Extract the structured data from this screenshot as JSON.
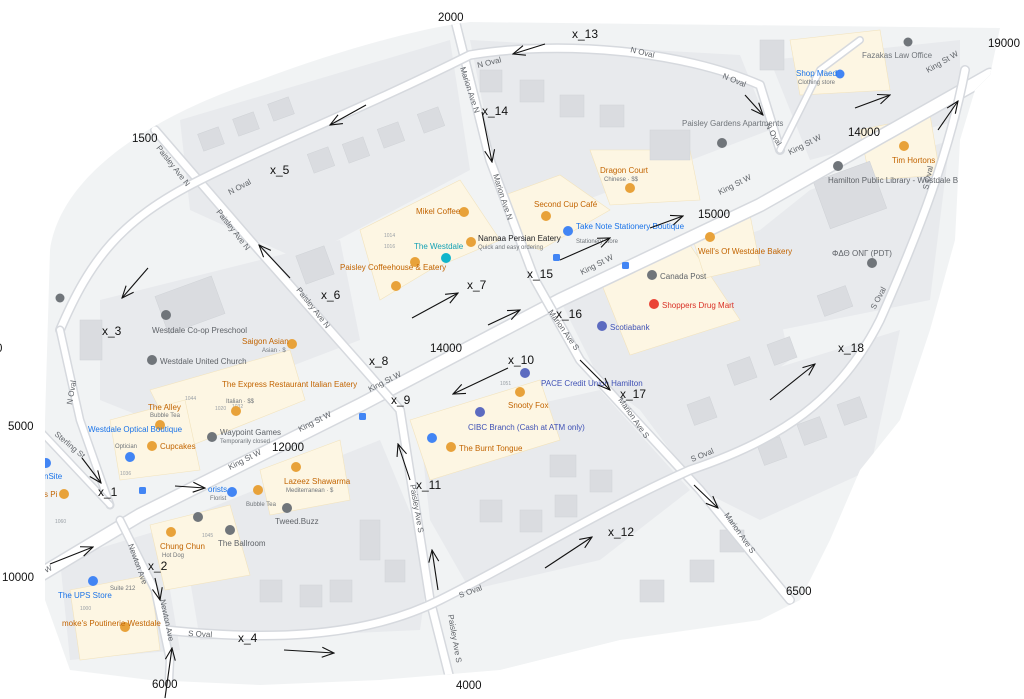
{
  "colors": {
    "map_bg": "#f1f3f4",
    "road": "#ffffff",
    "road_outline": "#d6d9de",
    "block": "#e8eaed",
    "building": "#dadce0",
    "commercial": "#fdf6e3",
    "food_poi": "#e8a23a",
    "food_text": "#c26401",
    "shop_poi": "#4285f4",
    "shop_text": "#1a73e8",
    "grey_poi": "#70757a",
    "red_poi": "#ea4335",
    "annotation": "#111111"
  },
  "edge_numbers": {
    "n2000": "2000",
    "n19000": "19000",
    "n1500": "1500",
    "n14000a": "14000",
    "n15000": "15000",
    "n14000b": "14000",
    "n12000": "12000",
    "n5000": "5000",
    "n10000": "10000",
    "n6000": "6000",
    "n4000": "4000",
    "n6500": "6500",
    "n0": "0"
  },
  "variables": {
    "x1": "x_1",
    "x2": "x_2",
    "x3": "x_3",
    "x4": "x_4",
    "x5": "x_5",
    "x6": "x_6",
    "x7": "x_7",
    "x8": "x_8",
    "x9": "x_9",
    "x10": "x_10",
    "x11": "x_11",
    "x12": "x_12",
    "x13": "x_13",
    "x14": "x_14",
    "x15": "x_15",
    "x16": "x_16",
    "x17": "x_17",
    "x18": "x_18"
  },
  "streets": {
    "n_oval_1": "N Oval",
    "n_oval_2": "N Oval",
    "n_oval_3": "N Oval",
    "n_oval_4": "N Oval",
    "n_oval_5": "N Oval",
    "n_oval_6": "N Oval",
    "marion_n_1": "Marion Ave N",
    "marion_n_2": "Marion Ave N",
    "marion_s_1": "Marion Ave S",
    "marion_s_2": "Marion Ave S",
    "marion_s_3": "Marion Ave S",
    "paisley_n_1": "Paisley Ave N",
    "paisley_n_2": "Paisley Ave N",
    "paisley_n_3": "Paisley Ave N",
    "paisley_s_1": "Paisley Ave S",
    "paisley_s_2": "Paisley Ave S",
    "king_1": "King St W",
    "king_2": "King St W",
    "king_3": "King St W",
    "king_4": "King St W",
    "king_5": "King St W",
    "king_6": "King St W",
    "king_7": "King St W",
    "king_8": "W",
    "s_oval_1": "S Oval",
    "s_oval_2": "S Oval",
    "s_oval_3": "S Oval",
    "s_oval_4": "S Oval",
    "s_oval_5": "S Oval",
    "newton_1": "Newton Ave",
    "newton_2": "Newton Ave",
    "sterling": "Sterling St"
  },
  "pois": {
    "fazakas": "Fazakas Law Office",
    "shop_maed": "Shop Maed",
    "shop_maed_sub": "Clothing store",
    "paisley_gardens": "Paisley Gardens Apartments",
    "dragon_court": "Dragon Court",
    "dragon_court_sub": "Chinese · $$",
    "tim_hortons": "Tim Hortons",
    "hamilton_library": "Hamilton Public Library - Westdale Branch",
    "phi_delta": "ΦΔΘ ONΓ (PDT)",
    "mikel_coffee": "Mikel Coffee",
    "second_cup": "Second Cup Café",
    "take_note": "Take Note Stationery Boutique",
    "take_note_sub": "Stationery store",
    "nanna": "Nannaa Persian Eatery",
    "nanna_sub": "Quick and easy ordering",
    "the_westdale": "The Westdale",
    "paisley_coffeehouse": "Paisley Coffeehouse & Eatery",
    "wells_of_westdale": "Well's Of Westdale Bakery",
    "canada_post": "Canada Post",
    "shoppers": "Shoppers Drug Mart",
    "scotiabank": "Scotiabank",
    "westdale_coop": "Westdale Co-op Preschool",
    "westdale_united": "Westdale United Church",
    "saigon_asian": "Saigon Asian",
    "saigon_asian_sub": "Asian · $",
    "express_restaurant": "The Express Restaurant Italian Eatery",
    "express_sub": "Italian · $$",
    "the_alley": "The Alley",
    "the_alley_sub": "Bubble Tea",
    "westdale_optical": "Westdale Optical Boutique",
    "westdale_optical_sub": "Optician",
    "cupcakes": "Cupcakes",
    "waypoint_games": "Waypoint Games",
    "waypoint_sub": "Temporarily closed",
    "pace_credit": "PACE Credit Union Hamilton",
    "snooty_fox": "Snooty Fox",
    "cibc": "CIBC Branch (Cash at ATM only)",
    "burnt_tongue": "The Burnt Tongue",
    "lazeez": "Lazeez Shawarma",
    "lazeez_sub": "Mediterranean · $",
    "florists": "orists",
    "florists_sub": "Florist",
    "bubble_tea": "Bubble Tea",
    "tweed_buzz": "Tweed.Buzz",
    "chung_chun": "Chung Chun",
    "chung_chun_sub": "Hot Dog",
    "the_ballroom": "The Ballroom",
    "ups_store": "The UPS Store",
    "ups_suite": "Suite 212",
    "poutinerie": "moke's Poutinerie Westdale",
    "site": "nSite",
    "left_pi": "s Pi"
  },
  "building_numbers": {
    "b1": "1014",
    "b2": "1016",
    "b3": "1020",
    "b4": "1044",
    "b5": "1032",
    "b6": "1036",
    "b7": "1051",
    "b8": "1045",
    "b9": "1060",
    "b10": "1000"
  },
  "icons": {
    "food": "fork-knife-icon",
    "shop": "shopping-bag-icon",
    "bank": "dollar-icon",
    "place": "map-pin-icon",
    "cafe": "coffee-cup-icon"
  }
}
